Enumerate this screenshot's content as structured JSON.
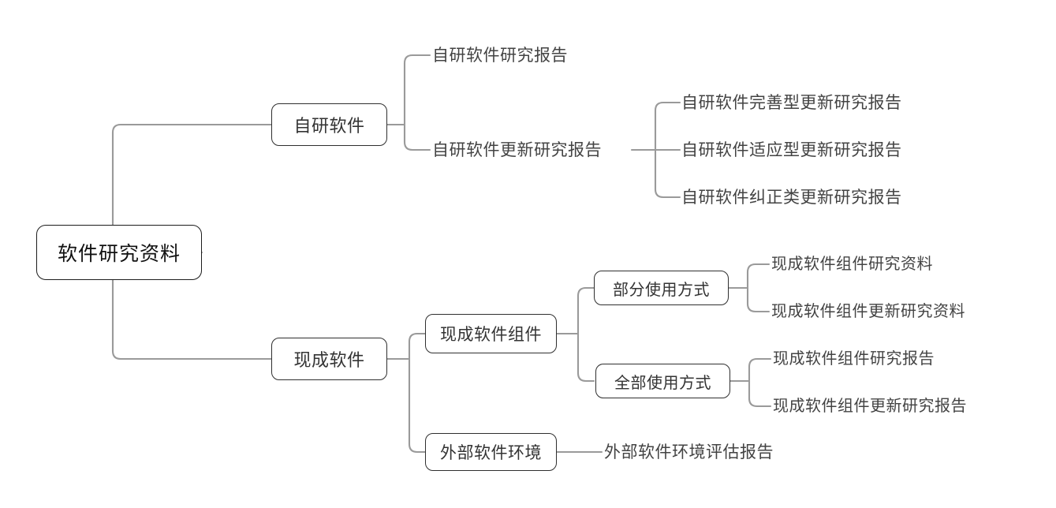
{
  "diagram": {
    "type": "mind-map-tree",
    "title": "软件研究资料",
    "line_color": "#9a9a9a",
    "node_border_color": "#2f2f2f",
    "text_color": "#333333",
    "background": "#ffffff"
  },
  "root": {
    "label": "软件研究资料"
  },
  "branch_self_developed": {
    "label": "自研软件",
    "children": [
      {
        "label": "自研软件研究报告"
      },
      {
        "label": "自研软件更新研究报告",
        "children": [
          {
            "label": "自研软件完善型更新研究报告"
          },
          {
            "label": "自研软件适应型更新研究报告"
          },
          {
            "label": "自研软件纠正类更新研究报告"
          }
        ]
      }
    ]
  },
  "branch_offtheshelf": {
    "label": "现成软件",
    "children": [
      {
        "label": "现成软件组件",
        "children": [
          {
            "label": "部分使用方式",
            "children": [
              {
                "label": "现成软件组件研究资料"
              },
              {
                "label": "现成软件组件更新研究资料"
              }
            ]
          },
          {
            "label": "全部使用方式",
            "children": [
              {
                "label": "现成软件组件研究报告"
              },
              {
                "label": "现成软件组件更新研究报告"
              }
            ]
          }
        ]
      },
      {
        "label": "外部软件环境",
        "children": [
          {
            "label": "外部软件环境评估报告"
          }
        ]
      }
    ]
  }
}
